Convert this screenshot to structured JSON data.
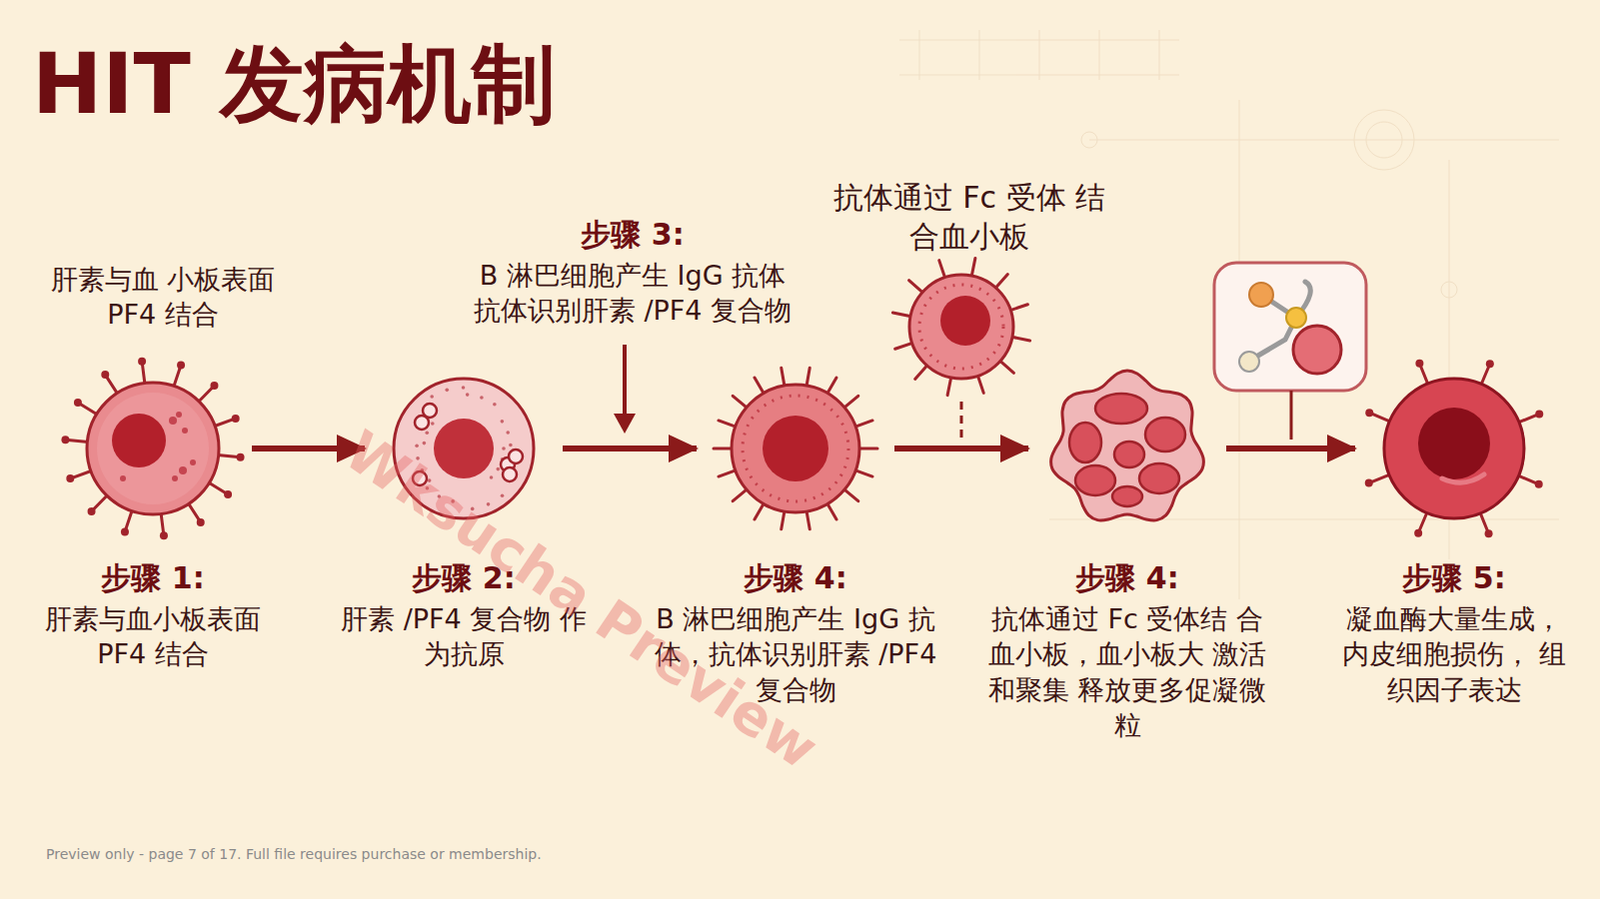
{
  "diagram": {
    "title": "HIT 发病机制",
    "nodes": [
      {
        "text": [
          "步骤 1:",
          "肝素与血小板表面 PF4 结合"
        ]
      },
      {
        "text": [
          "步骤 2:",
          "肝素 /PF4 复合物 作为抗原"
        ]
      },
      {
        "text": [
          "步骤 4:",
          "B 淋巴细胞产生 IgG 抗体，抗体识别肝素 /PF4 复合物"
        ]
      },
      {
        "text": [
          "步骤 4:",
          "抗体通过 Fc 受体结 合血小板，血小板大 激活和聚集 释放更多促凝微粒"
        ]
      },
      {
        "text": [
          "步骤 5:",
          "凝血酶大量生成， 内皮细胞损伤， 组织因子表达"
        ]
      }
    ],
    "edges": [
      {
        "from": 0,
        "to": 1,
        "arrow": "to"
      },
      {
        "from": 1,
        "to": 2,
        "arrow": "to"
      },
      {
        "from": 2,
        "to": 3,
        "arrow": "to"
      },
      {
        "from": 3,
        "to": 4,
        "arrow": "to"
      }
    ],
    "labels": [
      "肝素与血 小板表面 PF4 结合",
      "步骤 3:",
      "B 淋巴细胞产生 IgG 抗体 抗体识别肝素 /PF4 复合物",
      "抗体通过 Fc 受体 结合血小板",
      "Wksucha Preview",
      "Preview only - page 7 of 17. Full file requires purchase or membership."
    ]
  }
}
